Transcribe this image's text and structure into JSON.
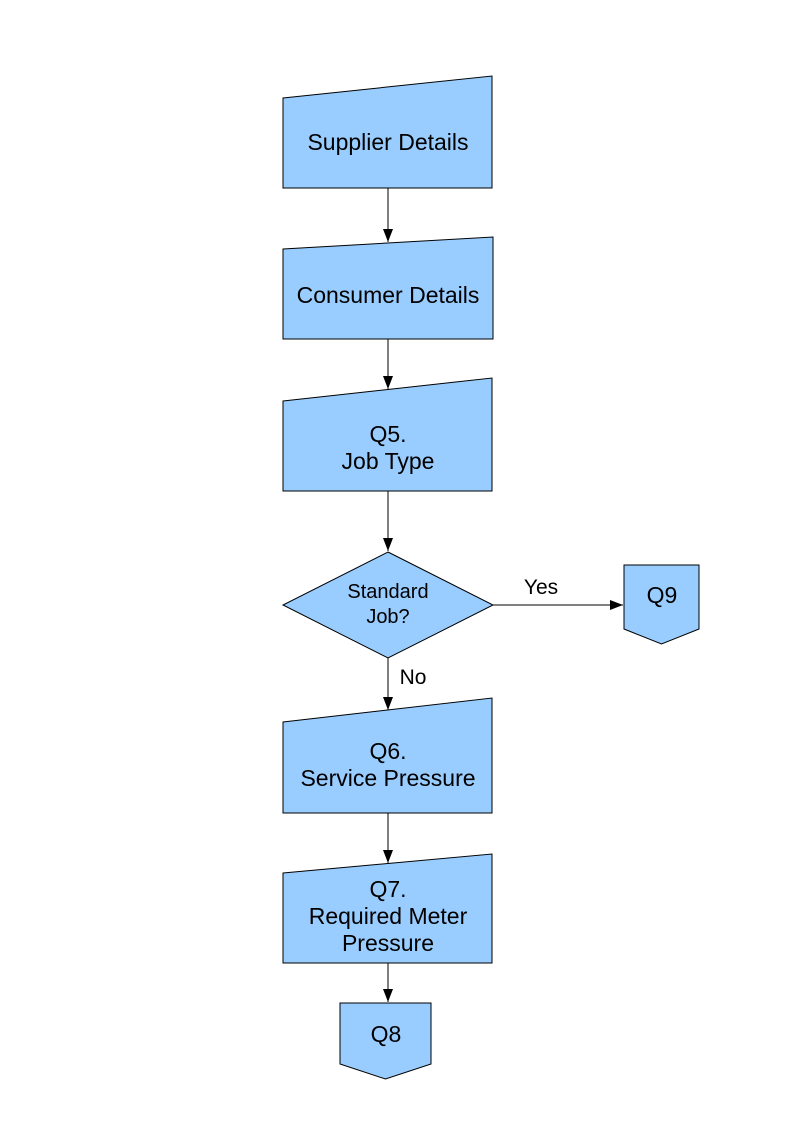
{
  "diagram": {
    "type": "flowchart",
    "style": {
      "node_fill": "#99CCFF",
      "node_stroke": "#000000",
      "background": "#FFFFFF",
      "text_color": "#000000"
    },
    "nodes": {
      "supplier": {
        "shape": "manual-input",
        "lines": [
          "Supplier Details"
        ]
      },
      "consumer": {
        "shape": "manual-input",
        "lines": [
          "Consumer Details"
        ]
      },
      "q5": {
        "shape": "manual-input",
        "lines": [
          "Q5.",
          "Job Type"
        ]
      },
      "decision": {
        "shape": "decision-diamond",
        "lines": [
          "Standard",
          "Job?"
        ]
      },
      "q9": {
        "shape": "off-page-connector",
        "lines": [
          "Q9"
        ]
      },
      "q6": {
        "shape": "manual-input",
        "lines": [
          "Q6.",
          "Service Pressure"
        ]
      },
      "q7": {
        "shape": "manual-input",
        "lines": [
          "Q7.",
          "Required Meter",
          "Pressure"
        ]
      },
      "q8": {
        "shape": "off-page-connector",
        "lines": [
          "Q8"
        ]
      }
    },
    "edges": [
      {
        "from": "supplier",
        "to": "consumer",
        "label": ""
      },
      {
        "from": "consumer",
        "to": "q5",
        "label": ""
      },
      {
        "from": "q5",
        "to": "decision",
        "label": ""
      },
      {
        "from": "decision",
        "to": "q9",
        "label": "Yes"
      },
      {
        "from": "decision",
        "to": "q6",
        "label": "No"
      },
      {
        "from": "q6",
        "to": "q7",
        "label": ""
      },
      {
        "from": "q7",
        "to": "q8",
        "label": ""
      }
    ]
  }
}
